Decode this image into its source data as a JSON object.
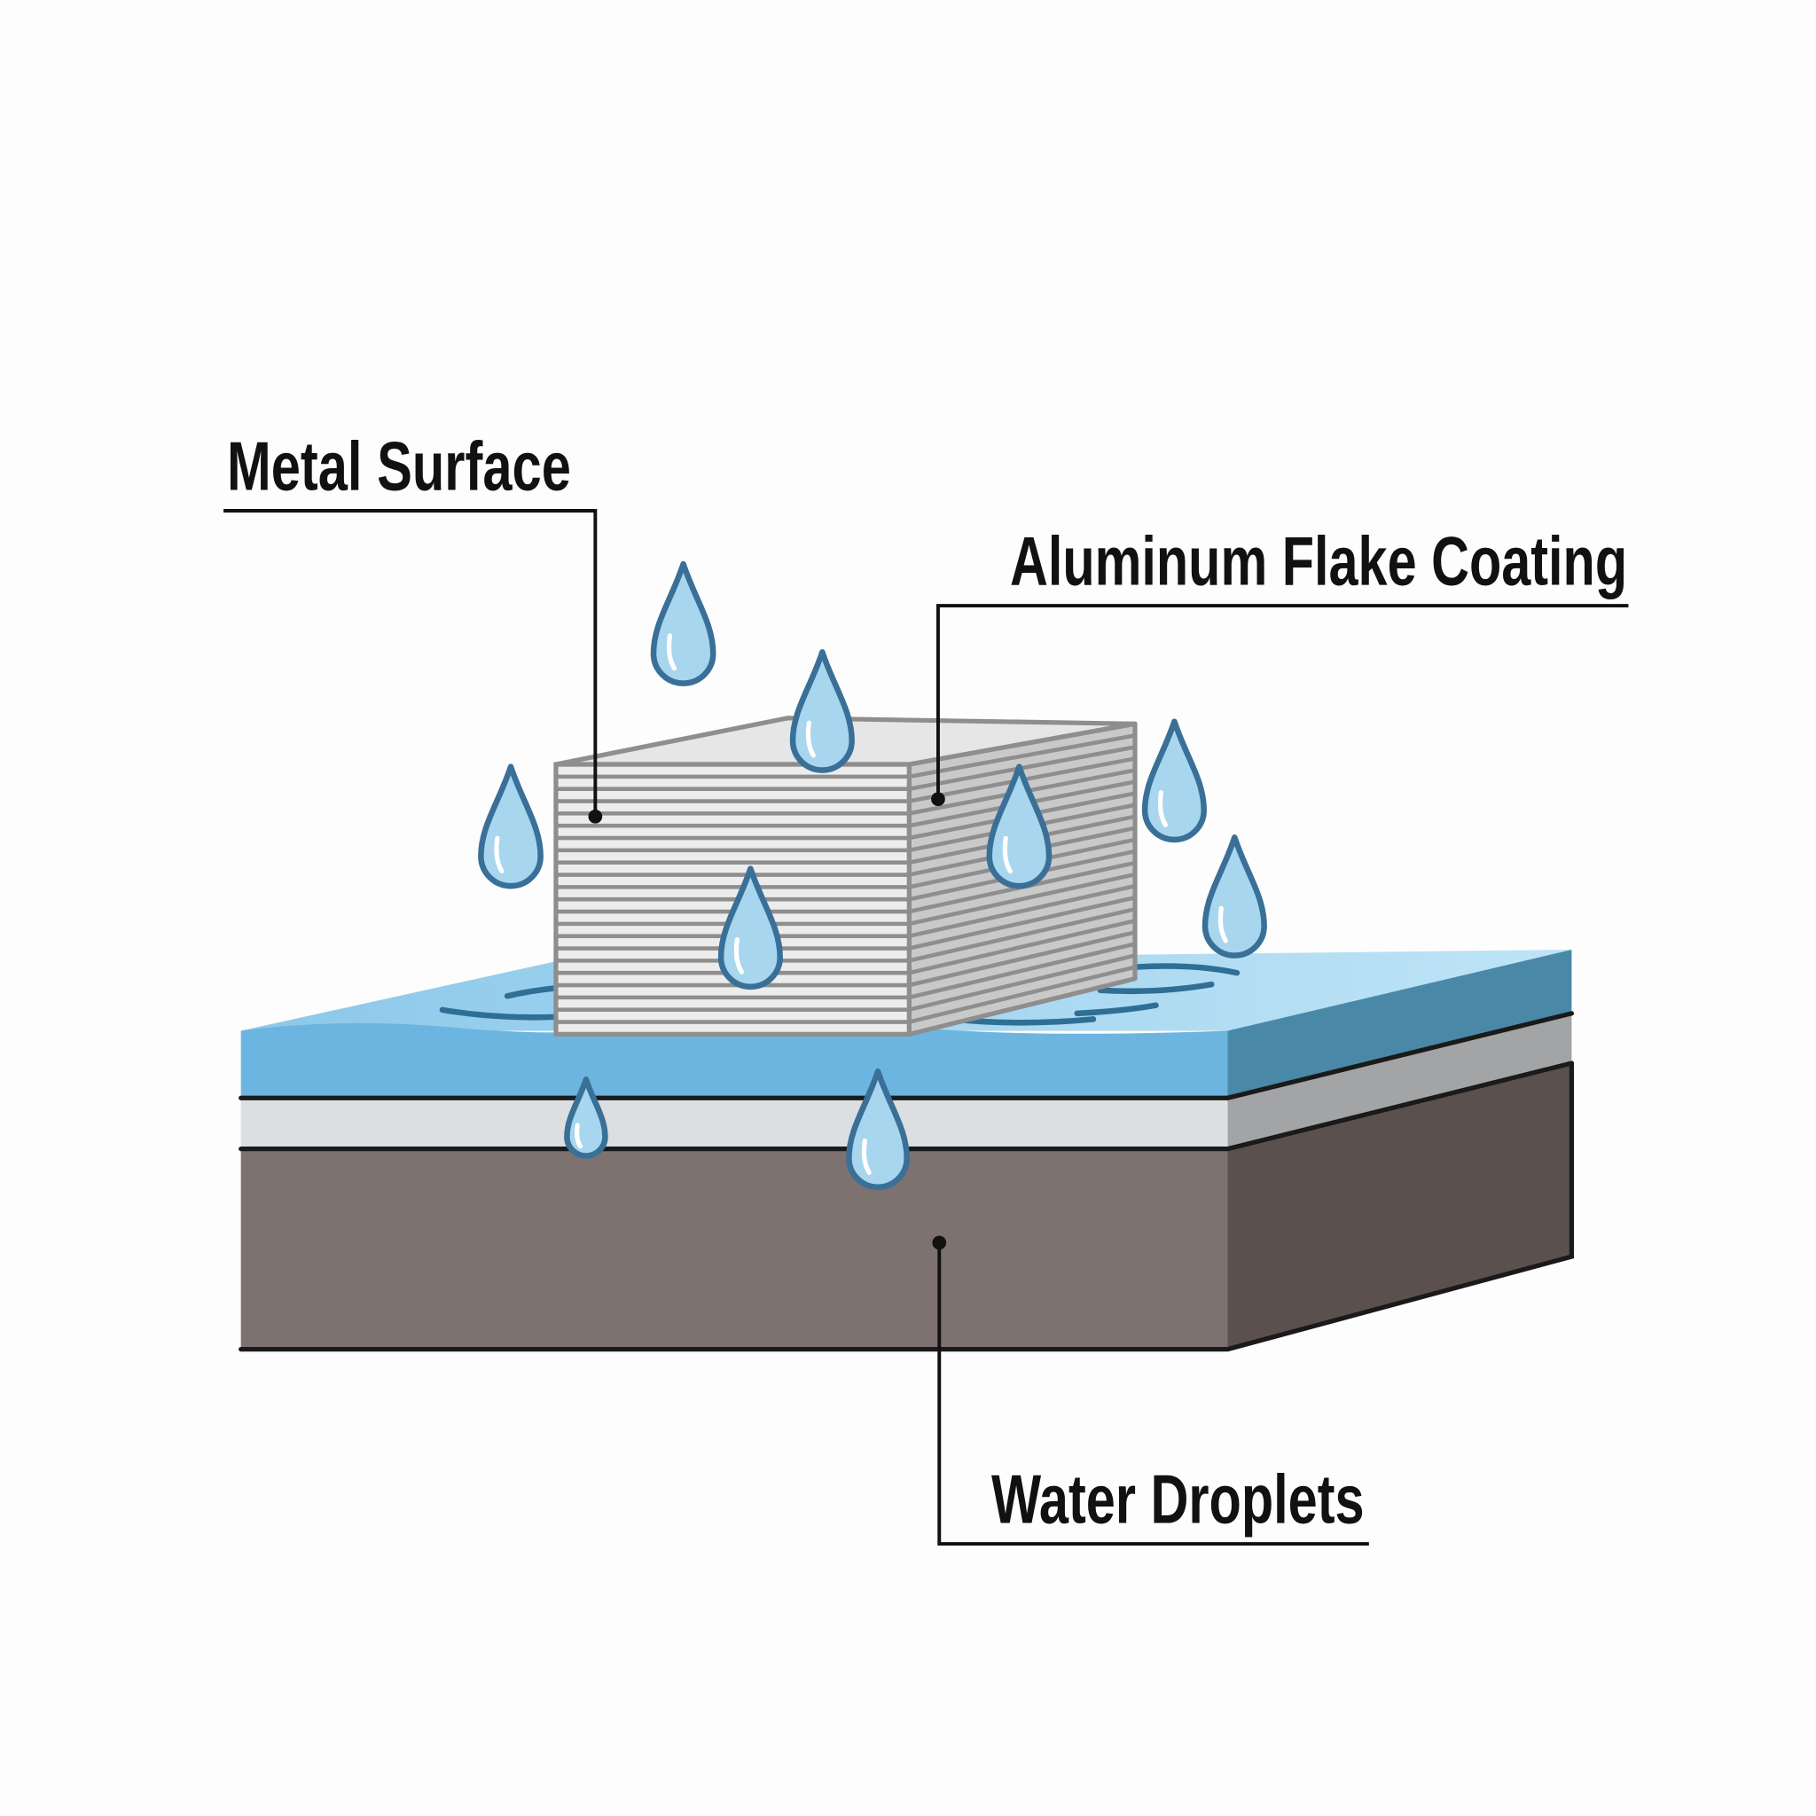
{
  "labels": {
    "metal_surface": "Metal Surface",
    "aluminum_flake_coating": "Aluminum Flake Coating",
    "water_droplets": "Water Droplets"
  },
  "colors": {
    "water_front": "#6cb5e0",
    "water_top": "#a9d8f2",
    "water_side": "#4a88a8",
    "coating_front": "#dcdfe2",
    "coating_side": "#a3a4a6",
    "substrate_front": "#7d7270",
    "substrate_side": "#5b504d",
    "droplet_fill": "#a8d6ef",
    "droplet_stroke": "#3a7097",
    "flake": "#e6e6e6",
    "flake_line": "#8e8e8e"
  }
}
